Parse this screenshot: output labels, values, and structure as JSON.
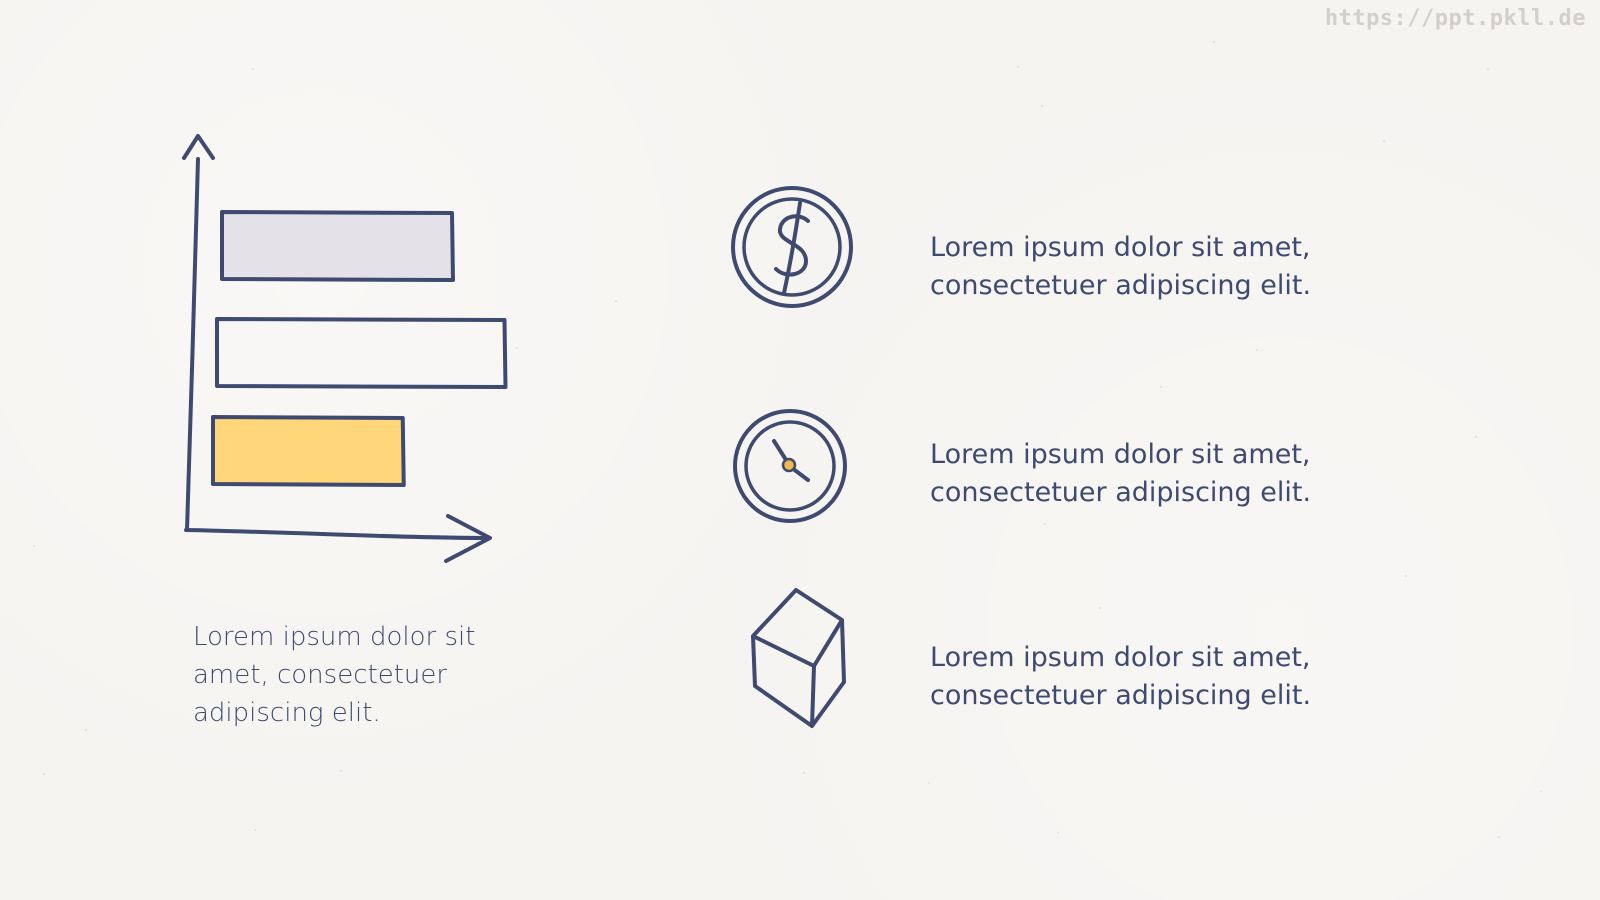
{
  "watermark": "https://ppt.pkll.de",
  "colors": {
    "ink": "#3f4a70",
    "bar_1_fill": "#e4e2e8",
    "bar_2_fill": "#f8f7f6",
    "bar_3_fill": "#ffd77a",
    "dot": "#f2b84b"
  },
  "chart_data": {
    "type": "bar",
    "orientation": "horizontal",
    "categories": [
      "",
      "",
      ""
    ],
    "values": [
      80,
      100,
      66
    ],
    "xlim": [
      0,
      120
    ],
    "grid": false
  },
  "chart_caption": {
    "lines": [
      "Lorem ipsum dolor sit",
      "amet, consectetuer",
      "adipiscing elit."
    ]
  },
  "items": [
    {
      "icon": "dollar-coin-icon",
      "line1": "Lorem ipsum dolor sit amet,",
      "line2": "consectetuer adipiscing elit."
    },
    {
      "icon": "clock-icon",
      "line1": "Lorem ipsum dolor sit amet,",
      "line2": "consectetuer adipiscing elit."
    },
    {
      "icon": "cube-icon",
      "line1": "Lorem ipsum dolor sit amet,",
      "line2": "consectetuer adipiscing elit."
    }
  ]
}
